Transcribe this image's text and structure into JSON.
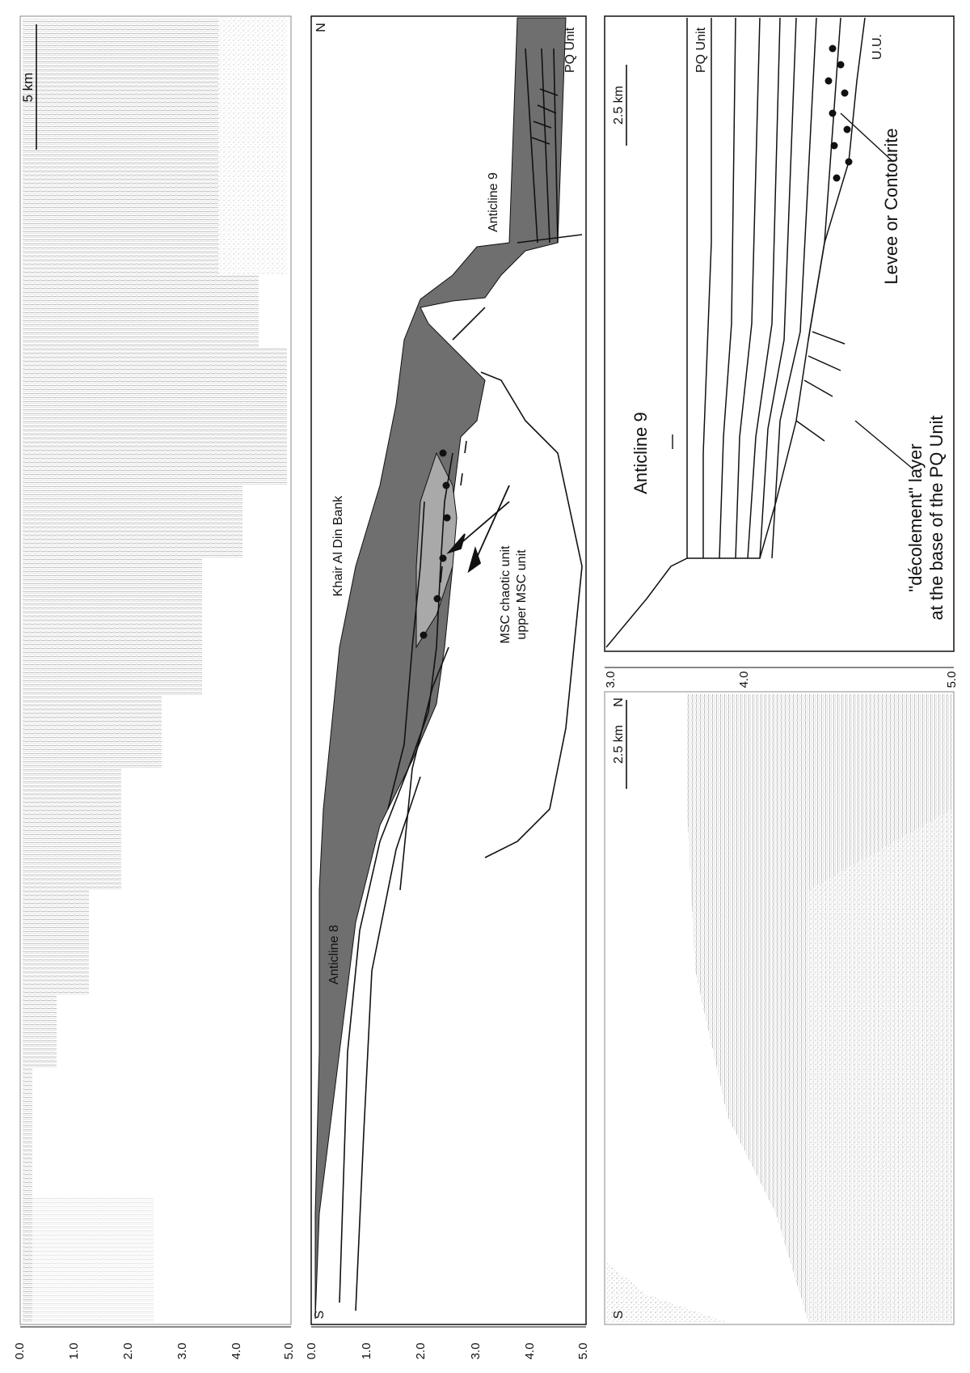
{
  "panel_top_seismic": {
    "scale_label": "5 km",
    "axis_ticks": [
      "0.0",
      "1.0",
      "2.0",
      "3.0",
      "4.0",
      "5.0"
    ]
  },
  "panel_top_interpretation": {
    "orientation_start": "S",
    "orientation_end": "N",
    "axis_ticks": [
      "0.0",
      "1.0",
      "2.0",
      "3.0",
      "4.0",
      "5.0"
    ],
    "labels": {
      "anticline_8": "Anticline 8",
      "khair_al_din_bank": "Khair Al Din Bank",
      "msc_chaotic_unit": "MSC chaotic unit",
      "upper_msc_unit": "upper MSC unit",
      "anticline_9": "Anticline 9",
      "pq_unit": "PQ Unit"
    }
  },
  "panel_bottom_seismic": {
    "orientation_start": "S",
    "orientation_end": "N",
    "scale_label": "2.5 km"
  },
  "panel_bottom_interpretation": {
    "axis_ticks": [
      "3.0",
      "4.0",
      "5.0"
    ],
    "scale_label": "2.5 km",
    "labels": {
      "pq_unit": "PQ Unit",
      "uu": "U.U.",
      "levee_or_contourite": "Levee or Contourite",
      "anticline_9": "Anticline 9",
      "decollement_line1": "\"décolement\" layer",
      "decollement_line2": "at the base of the PQ Unit"
    }
  },
  "colors": {
    "dark_fill": "#6f6f6f",
    "light_fill": "#a9a9a9",
    "line": "#111111",
    "seismic_ink": "#555555"
  }
}
